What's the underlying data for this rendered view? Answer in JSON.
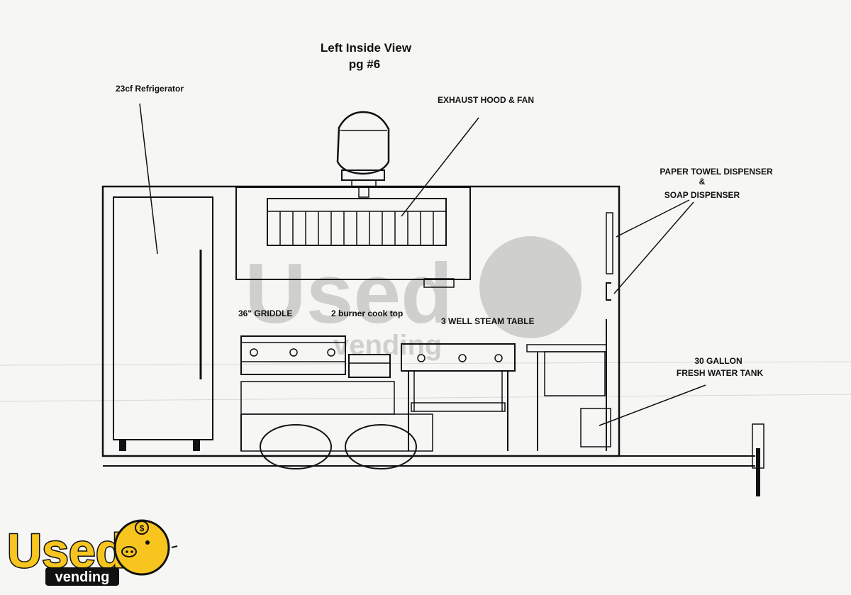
{
  "title": {
    "line1": "Left Inside View",
    "line2": "pg #6"
  },
  "labels": {
    "refrigerator": "23cf Refrigerator",
    "exhaust_hood": "EXHAUST HOOD & FAN",
    "paper_towel": "PAPER TOWEL DISPENSER",
    "ampersand": "&",
    "soap": "SOAP DISPENSER",
    "griddle": "36\" GRIDDLE",
    "cooktop": "2 burner cook top",
    "steam_table": "3 WELL STEAM TABLE",
    "water_tank_line1": "30 GALLON",
    "water_tank_line2": "FRESH WATER TANK"
  },
  "watermark": {
    "word": "Used",
    "sub": "vending"
  },
  "logo": {
    "word": "Used",
    "sub": "vending",
    "colors": {
      "fill": "#f7c51e",
      "outline": "#111111"
    }
  }
}
